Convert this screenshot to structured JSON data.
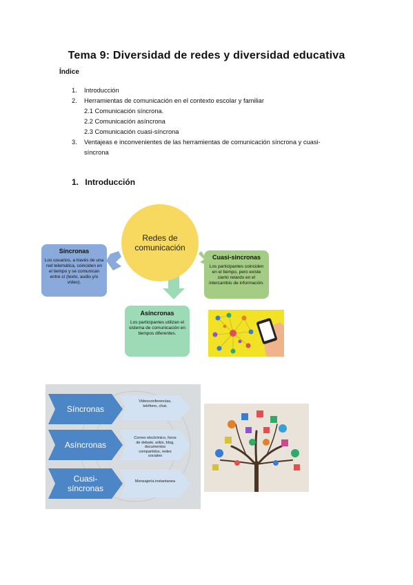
{
  "title": "Tema 9: Diversidad de redes y diversidad educativa",
  "index": {
    "heading": "Índice",
    "items": [
      {
        "num": "1.",
        "label": "Introducción"
      },
      {
        "num": "2.",
        "label": "Herramientas de comunicación en el contexto escolar y familiar"
      },
      {
        "num": "",
        "label": "2.1 Comunicación síncrona."
      },
      {
        "num": "",
        "label": "2.2 Comunicación asíncrona"
      },
      {
        "num": "",
        "label": "2.3 Comunicación cuasi-síncrona"
      },
      {
        "num": "3.",
        "label": "Ventajeas e inconvenientes de las herramientas de comunicación síncrona y cuasi-",
        "label2": "síncrona"
      }
    ]
  },
  "section1": {
    "num": "1.",
    "title": "Introducción"
  },
  "diagram1": {
    "center": "Redes de comunicación",
    "sincronas": {
      "title": "Síncronas",
      "text": "Los usuarios, a través de una red telemática, coinciden en el tiempo y se comunican entre sí (texto, audio y/o vídeo)."
    },
    "asincronas": {
      "title": "Asíncronas",
      "text": "Los participantes utilizan el sistema de comunicación en tiempos diferentes."
    },
    "cuasi": {
      "title": "Cuasi-sincronas",
      "text": "Los participantes coinciden en el tiempo, pero existe cierto retardo en el intercambio de información."
    },
    "colors": {
      "center": "#f6d95e",
      "sincronas": "#8aaadc",
      "asincronas": "#9ddbb6",
      "cuasi": "#a5cc84",
      "arrow_left": "#8aaadc",
      "arrow_down": "#9ddbb6",
      "arrow_right": "#a5cc84"
    }
  },
  "diagram2": {
    "rows": [
      {
        "label": "Síncronas",
        "detail": "Videoconferencias, teléfono, chat."
      },
      {
        "label": "Asíncronas",
        "detail": "Correo electrónico, foros de debate, wikis, blog, documentos compartidos, redes sociales"
      },
      {
        "label": "Cuasi-\nsíncronas",
        "detail": "Mensajería instantanea"
      }
    ],
    "colors": {
      "chevron": "#4d86c7",
      "detail_bg": "#d2e2f2"
    }
  },
  "images": {
    "phone_network": "phone-network-illustration",
    "tree": "social-media-tree-illustration"
  }
}
